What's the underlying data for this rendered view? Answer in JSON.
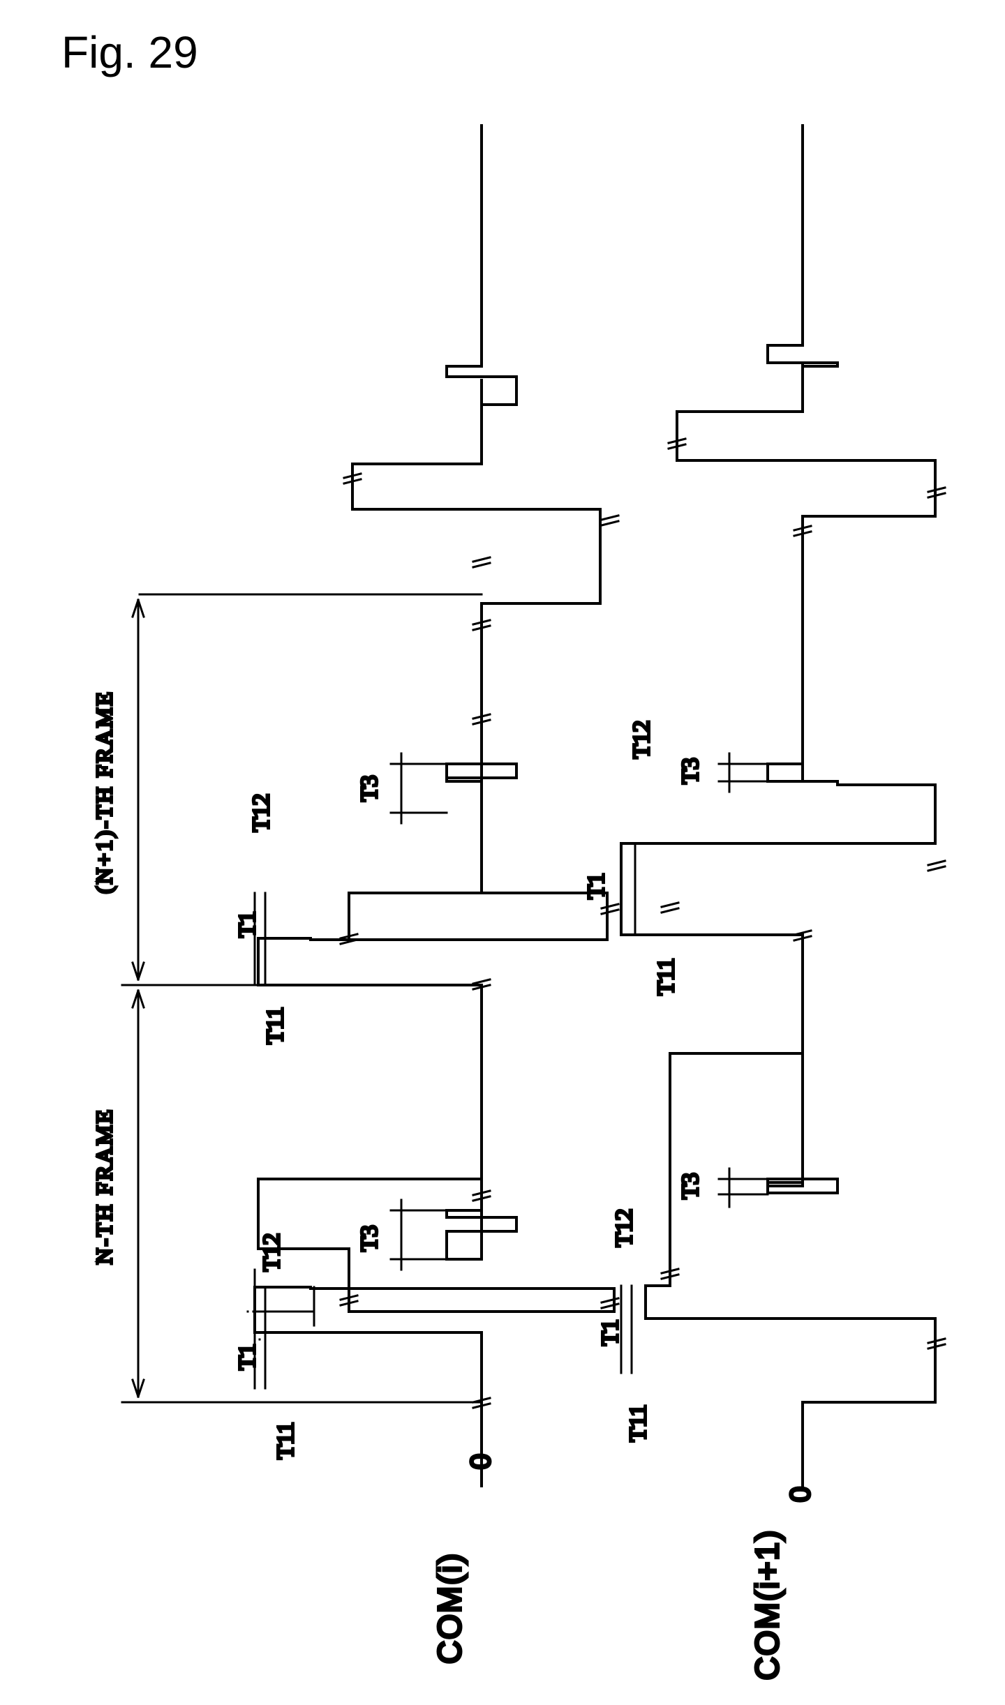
{
  "figure": {
    "title": "Fig. 29"
  },
  "frames": {
    "n": "N-TH FRAME",
    "n_plus_1": "(N+1)-TH FRAME"
  },
  "signals": {
    "com_i": "COM(i)",
    "com_i_plus_1": "COM(i+1)",
    "zero": "0"
  },
  "timing": {
    "t1": "T1",
    "t11": "T11",
    "t12": "T12",
    "t3": "T3"
  }
}
